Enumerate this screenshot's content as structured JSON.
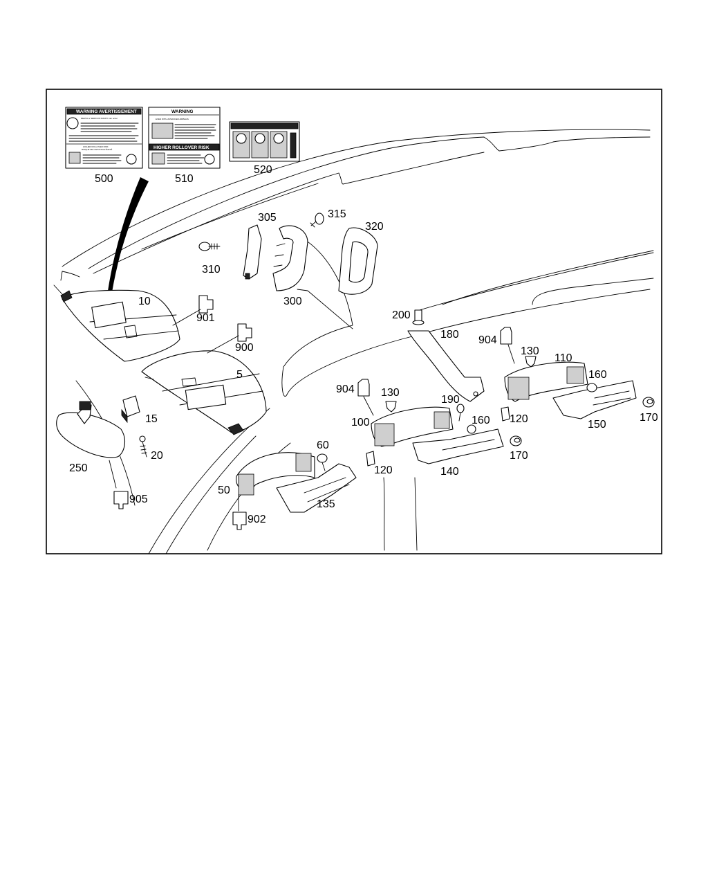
{
  "labels": {
    "p500": "500",
    "p510": "510",
    "p520": "520",
    "p305": "305",
    "p315": "315",
    "p320": "320",
    "p310": "310",
    "p300": "300",
    "p10": "10",
    "p901": "901",
    "p900": "900",
    "p5": "5",
    "p200": "200",
    "p180": "180",
    "p904a": "904",
    "p130a": "130",
    "p110": "110",
    "p160a": "160",
    "p150": "150",
    "p170a": "170",
    "p904b": "904",
    "p130b": "130",
    "p190": "190",
    "p100": "100",
    "p160b": "160",
    "p120a": "120",
    "p170b": "170",
    "p140": "140",
    "p60": "60",
    "p120b": "120",
    "p15": "15",
    "p20": "20",
    "p250": "250",
    "p905": "905",
    "p50": "50",
    "p135": "135",
    "p902": "902"
  },
  "stickers": {
    "s500_title": "WARNING AVERTISSEMENT",
    "s500_sub": "DEATH or SERIOUS INJURY can occur",
    "s500_rollover": "HIGHER ROLLOVER RISK",
    "s500_rollover_fr": "RISQUE DE CAPOTAGE ÉLEVÉ",
    "s510_title": "WARNING",
    "s510_sub": "EVEN WITH ADVANCED AIRBAGS",
    "s510_rollover": "HIGHER ROLLOVER RISK"
  }
}
